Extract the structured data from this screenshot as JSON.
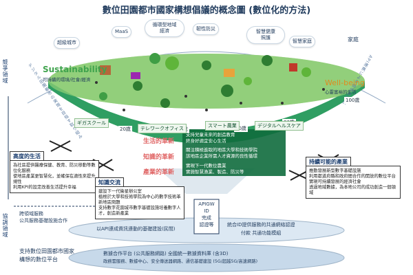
{
  "title": "數位田園都市國家構想倡議的概念圖 (數位化的方法)",
  "clouds": {
    "smart_city": "超級城市",
    "maas": "MaaS",
    "circular": "循環型地域\n經濟",
    "disaster": "韌性防災",
    "health": "智慧健康\n照護",
    "home": "智慧家庭"
  },
  "family_label": "家庭",
  "left_vertical": {
    "competition": "競爭領域",
    "coop": "協調領域",
    "arc": "デジタル田園都市の実現を目指す取り組み"
  },
  "right_arc": "API連携による価値の提供",
  "sustainability": {
    "title": "Sustainability",
    "sub": "可持續的環境/社會/經濟"
  },
  "wellbeing": {
    "title": "Well-being",
    "sub": "心靈富裕的生活"
  },
  "ages": [
    "100歲",
    "80歲",
    "60歲",
    "40歲",
    "20歲"
  ],
  "bowl_tags": [
    "ギガスクール",
    "テレワークオフィス",
    "スマート農業",
    "デジタルヘルスケア"
  ],
  "revolutions": [
    {
      "title": "生活的革新",
      "items": [
        "支持兒童未來的創造教育",
        "終身好適宜安心生活"
      ]
    },
    {
      "title": "知識的革新",
      "items": [
        "關注積極進取的地區大學和技術學院",
        "該地區企業所需人才資源的良性循環"
      ]
    },
    {
      "title": "產業的革新",
      "items": [
        "實現下一代數位農業",
        "實施智慧漁業、製造、防災等"
      ]
    }
  ],
  "left_top_box": {
    "head": "高度的生活",
    "items": [
      "為社區提供醫療保健、教育、防災移動等數位化服務",
      "使地區產業更智慧化，並確保在適性來提升規性",
      "利用KPI的設定改善生活提升幸福"
    ]
  },
  "left_mid_box": {
    "head": "知識交流",
    "items": [
      "建設下一代衛星辦公室",
      "植根於大學和技術學院為中心的數字技術革新地區問題",
      "支持數字花園城市數字基礎設施培養數字人才，創造新產業"
    ]
  },
  "right_box": {
    "head": "持續可能的產業",
    "items": [
      "推動發展新型數字基礎設施",
      "利用都道府縣和政府間合作的開放的數位平台",
      "實現可持續發展的經濟社會",
      "透過地域數據，為本地公司的成功創造一個領域"
    ]
  },
  "apigw": {
    "line1": "APIGW",
    "line2": "ID",
    "line3": "完成",
    "line4": "認證等"
  },
  "platform_left": "以API連成資訊連動的基礎建設(民間)",
  "platform_right_1": "統合ID提供服務的共通網絡認證",
  "platform_right_2": "付款 共通功能模組",
  "coop_left_1": "跨領域服務",
  "coop_left_2": "公共服務基礎設施合作",
  "bottom_left_1": "支持數位田園都市國家",
  "bottom_left_2": "構想的數位平台",
  "bottom_disc_1": "數據合作平台 (公共服務網路) 全國統一數據資料庫 (含3D)",
  "bottom_disc_2": "政務雲服務、數據中心、安全傳送器網路、通信基礎建設 (5G/超越5G/高速網路)",
  "colors": {
    "bowl_top": "#7fc77a",
    "bowl_side": "#2f9e62",
    "accent_red": "#c62828",
    "navy": "#1f3a5c",
    "sustain": "#3fa34d",
    "wellbeing": "#e08a1e"
  }
}
